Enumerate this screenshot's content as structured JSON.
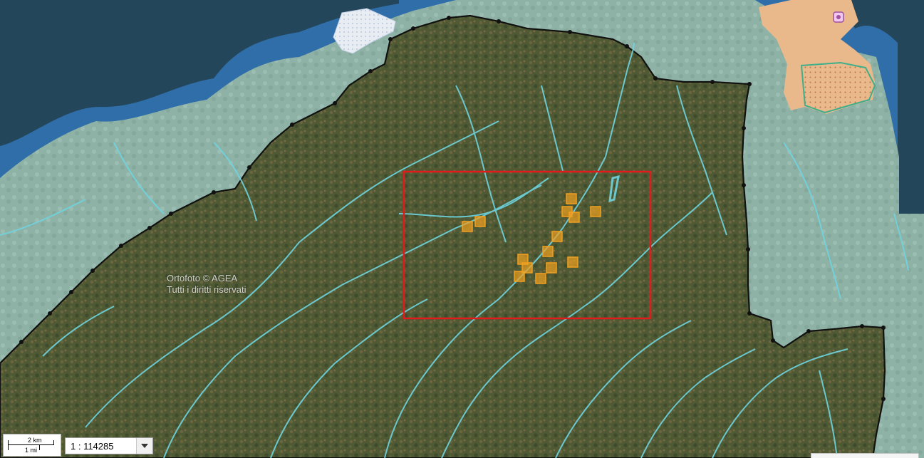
{
  "map": {
    "attribution_line1": "Ortofoto © AGEA",
    "attribution_line2": "Tutti i diritti riservati",
    "scale_km_label": "2 km",
    "scale_mi_label": "1 mi",
    "scale_value": "1 : 114285",
    "dropdown_icon": "chevron-down-icon",
    "colors": {
      "sea": "#2f6ea8",
      "boundary": "#111111",
      "rivers": "#6fd4e0",
      "selection": "#e31a1c",
      "parcels": "#f0a020",
      "urban": "#e9b98c"
    }
  }
}
